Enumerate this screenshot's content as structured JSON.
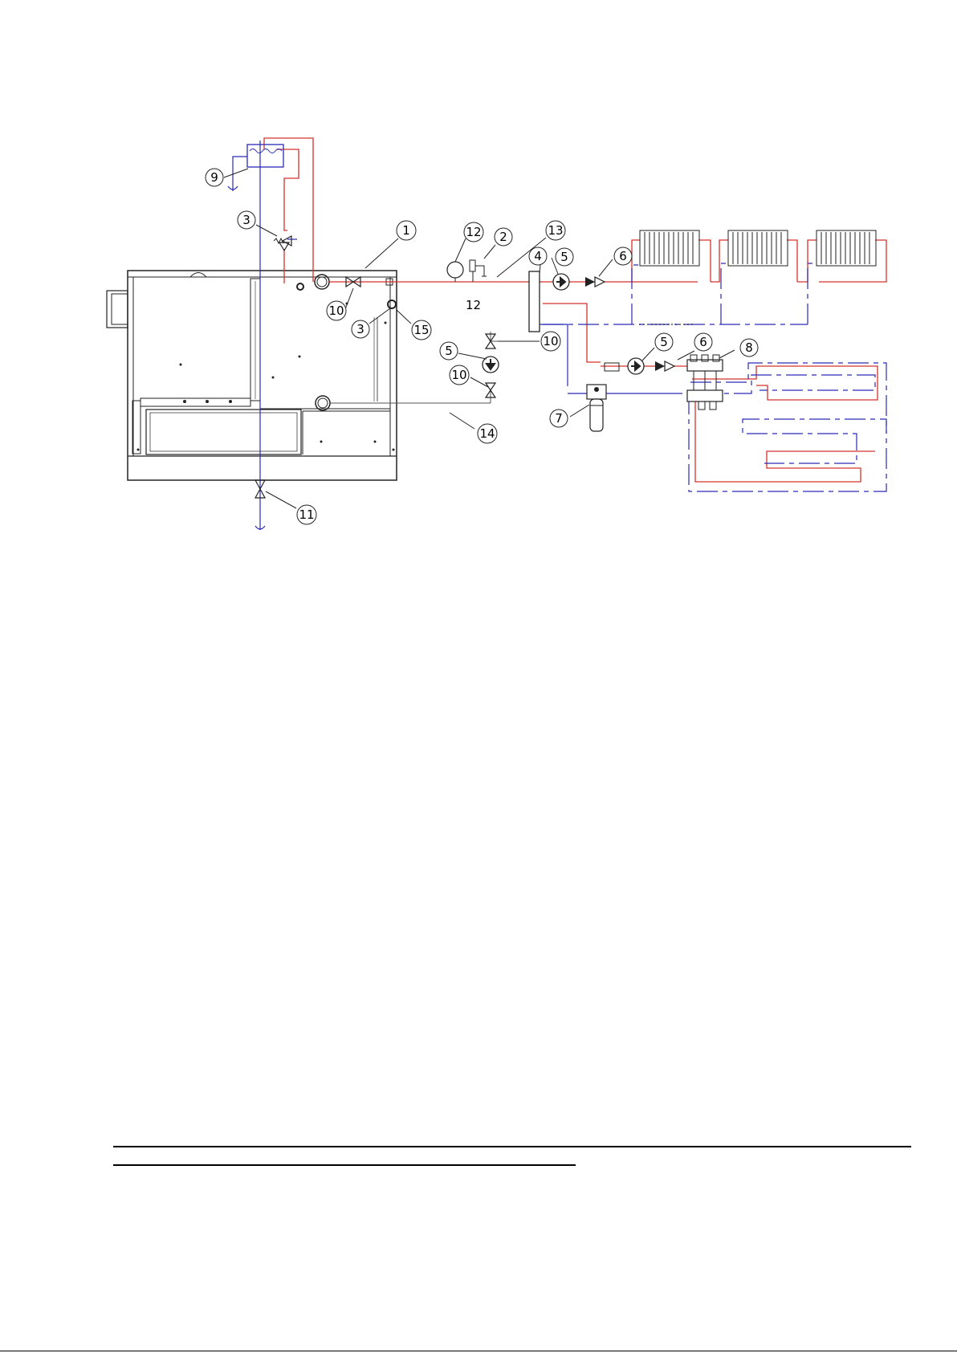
{
  "diagram": {
    "colors": {
      "supply": "#d8312c",
      "return": "#2a2ab8",
      "outline": "#222222"
    },
    "callouts": {
      "c1": "1",
      "c2": "2",
      "c3a": "3",
      "c3b": "3",
      "c4": "4",
      "c5a": "5",
      "c5b": "5",
      "c5c": "5",
      "c6a": "6",
      "c6b": "6",
      "c7": "7",
      "c8": "8",
      "c9": "9",
      "c10a": "10",
      "c10b": "10",
      "c10c": "10",
      "c11": "11",
      "c12": "12",
      "c13": "13",
      "c14": "14",
      "c15": "15"
    },
    "free_label": "12"
  }
}
